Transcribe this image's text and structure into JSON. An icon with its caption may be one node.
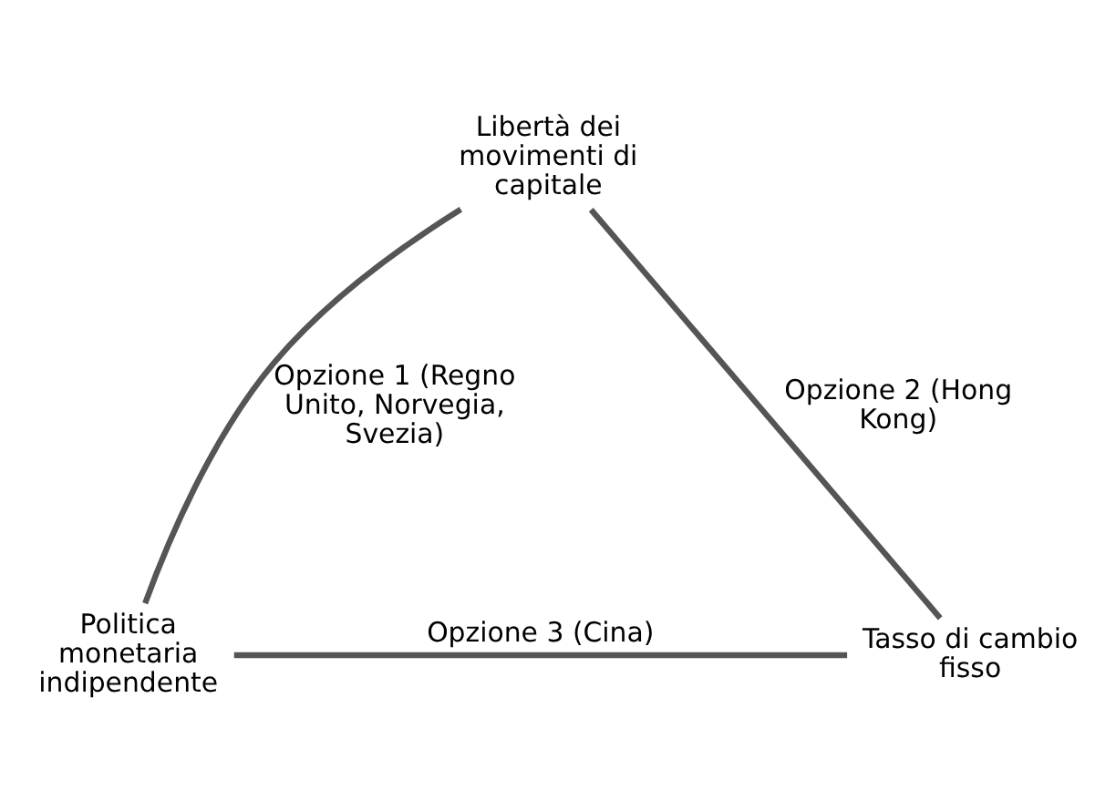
{
  "diagram": {
    "nodes": [
      {
        "text": [
          "Libertà dei movimenti di capitale"
        ]
      },
      {
        "text": [
          "Politica monetaria indipendente"
        ]
      },
      {
        "text": [
          "Tasso di cambio fisso"
        ]
      }
    ],
    "edges": [
      {
        "from": 0,
        "to": 1,
        "arrow": "none",
        "label": "Opzione 1 (Regno Unito, Norvegia, Svezia)"
      },
      {
        "from": 0,
        "to": 2,
        "arrow": "none",
        "label": "Opzione 2 (Hong Kong)"
      },
      {
        "from": 1,
        "to": 2,
        "arrow": "none",
        "label": "Opzione 3 (Cina)"
      }
    ]
  }
}
